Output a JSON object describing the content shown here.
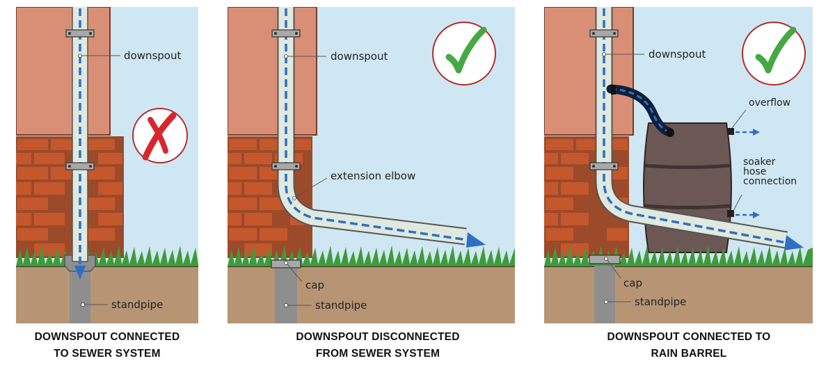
{
  "panels": [
    {
      "id": "sewer",
      "caption_line1": "DOWNSPOUT CONNECTED",
      "caption_line2": "TO SEWER SYSTEM",
      "status_icon": "x-mark-icon",
      "labels": {
        "downspout": "downspout",
        "standpipe": "standpipe"
      }
    },
    {
      "id": "disconnected",
      "caption_line1": "DOWNSPOUT DISCONNECTED",
      "caption_line2": "FROM SEWER SYSTEM",
      "status_icon": "check-mark-icon",
      "labels": {
        "downspout": "downspout",
        "extension_elbow": "extension elbow",
        "cap": "cap",
        "standpipe": "standpipe"
      }
    },
    {
      "id": "rain-barrel",
      "caption_line1": "DOWNSPOUT CONNECTED TO",
      "caption_line2": "RAIN BARREL",
      "status_icon": "check-mark-icon",
      "labels": {
        "downspout": "downspout",
        "overflow": "overflow",
        "soaker_line1": "soaker",
        "soaker_line2": "hose",
        "soaker_line3": "connection",
        "cap": "cap",
        "standpipe": "standpipe"
      }
    }
  ],
  "colors": {
    "sky": "#cfe7f2",
    "wall": "#d98f75",
    "brick": "#c4572c",
    "ground": "#b79574",
    "grass": "#3f9b3a",
    "pipe": "#dfe9e0",
    "flow": "#2f6fc3",
    "x": "#d9262e",
    "check": "#46a844",
    "standpipe": "#8e8e8e",
    "barrel": "#6b5855"
  }
}
